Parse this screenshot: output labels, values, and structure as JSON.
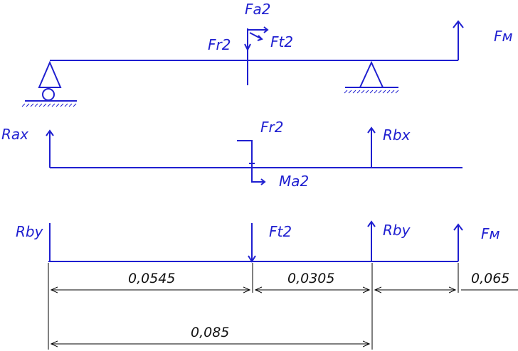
{
  "scheme": {
    "labels": {
      "fa2": "Fa2",
      "fr2": "Fr2",
      "ft2": "Ft2",
      "fm": "Fм"
    }
  },
  "vertical_plane": {
    "labels": {
      "rax": "Rax",
      "fr2": "Fr2",
      "rbx": "Rbx",
      "ma2": "Ma2"
    }
  },
  "horizontal_plane": {
    "labels": {
      "rby_left": "Rby",
      "ft2": "Ft2",
      "rby_right": "Rby",
      "fm": "Fм"
    }
  },
  "dimensions": {
    "a": "0,0545",
    "b": "0,0305",
    "c": "0,065",
    "total": "0,085"
  },
  "colors": {
    "drawing": "#1f1fd0",
    "dimension": "#000000"
  }
}
